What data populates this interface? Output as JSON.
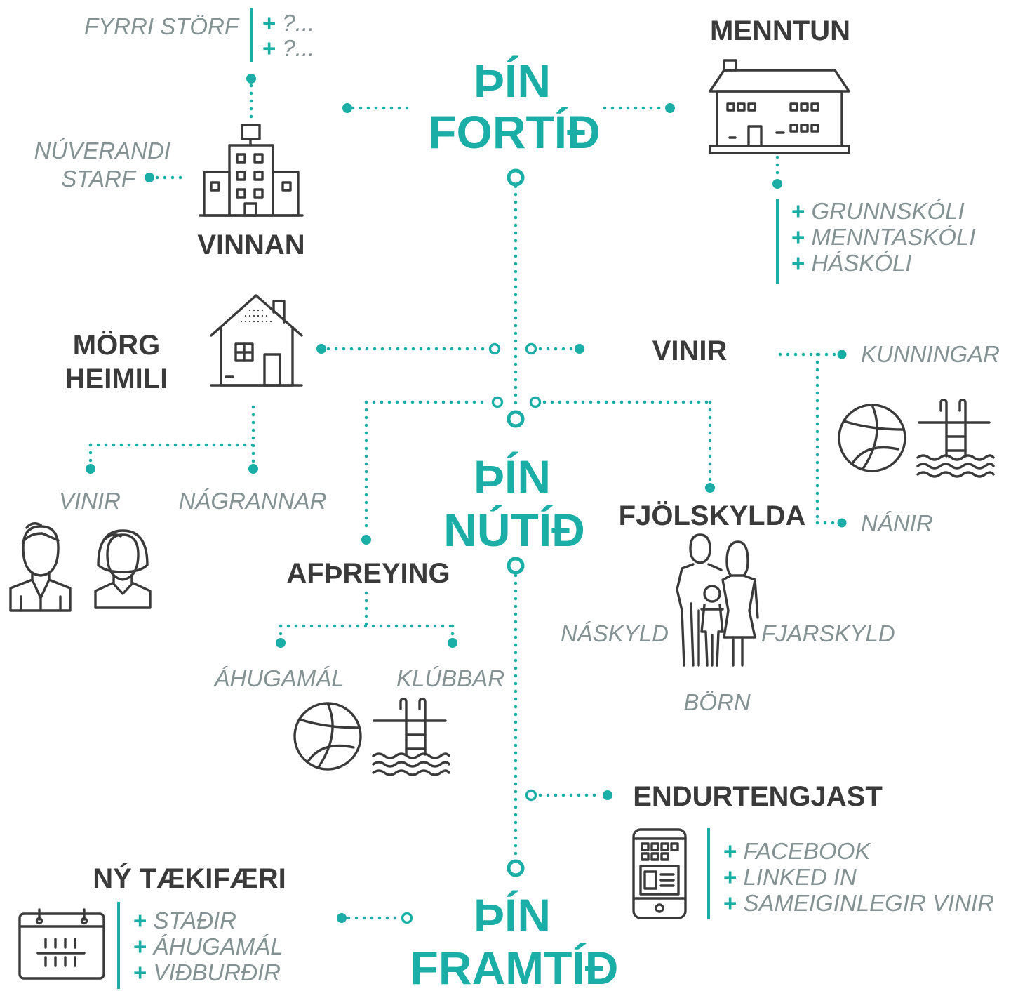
{
  "colors": {
    "accent": "#1aaea6",
    "dark": "#3a3a3a",
    "muted": "#849294",
    "icon": "#3a3a3a"
  },
  "hubs": {
    "past": {
      "line1": "ÞÍN",
      "line2": "FORTÍÐ"
    },
    "present": {
      "line1": "ÞÍN",
      "line2": "NÚTÍÐ"
    },
    "future": {
      "line1": "ÞÍN",
      "line2": "FRAMTÍÐ"
    }
  },
  "past": {
    "education": {
      "title": "MENNTUN",
      "icon": "school-building-icon",
      "items": [
        "GRUNNSKÓLI",
        "MENNTASKÓLI",
        "HÁSKÓLI"
      ]
    },
    "work": {
      "title": "VINNAN",
      "icon": "office-building-icon",
      "current_job": [
        "NÚVERANDI",
        "STARF"
      ],
      "previous_jobs_label": "FYRRI STÖRF",
      "previous_jobs": [
        "?...",
        "?..."
      ]
    }
  },
  "present": {
    "homes": {
      "title": [
        "MÖRG",
        "HEIMILI"
      ],
      "icon": "house-icon",
      "friends": "VINIR",
      "neighbours": "NÁGRANNAR",
      "people_icons": [
        "man-icon",
        "woman-icon"
      ]
    },
    "friends": {
      "title": "VINIR",
      "acquaintances": "KUNNINGAR",
      "close": "NÁNIR",
      "icons": [
        "volleyball-icon",
        "pool-ladder-icon"
      ]
    },
    "family": {
      "title": "FJÖLSKYLDA",
      "icon": "family-icon",
      "close": "NÁSKYLD",
      "distant": "FJARSKYLD",
      "children": "BÖRN"
    },
    "leisure": {
      "title": "AFÞREYING",
      "hobbies": "ÁHUGAMÁL",
      "clubs": "KLÚBBAR",
      "icons": [
        "volleyball-icon",
        "pool-ladder-icon"
      ]
    },
    "reconnect": {
      "title": "ENDURTENGJAST",
      "icon": "smartphone-icon",
      "items": [
        "FACEBOOK",
        "LINKED IN",
        "SAMEIGINLEGIR VINIR"
      ]
    }
  },
  "future": {
    "opportunities": {
      "title": "NÝ TÆKIFÆRI",
      "icon": "calendar-icon",
      "items": [
        "STAÐIR",
        "ÁHUGAMÁL",
        "VIÐBURÐIR"
      ]
    }
  },
  "bullet": "+"
}
